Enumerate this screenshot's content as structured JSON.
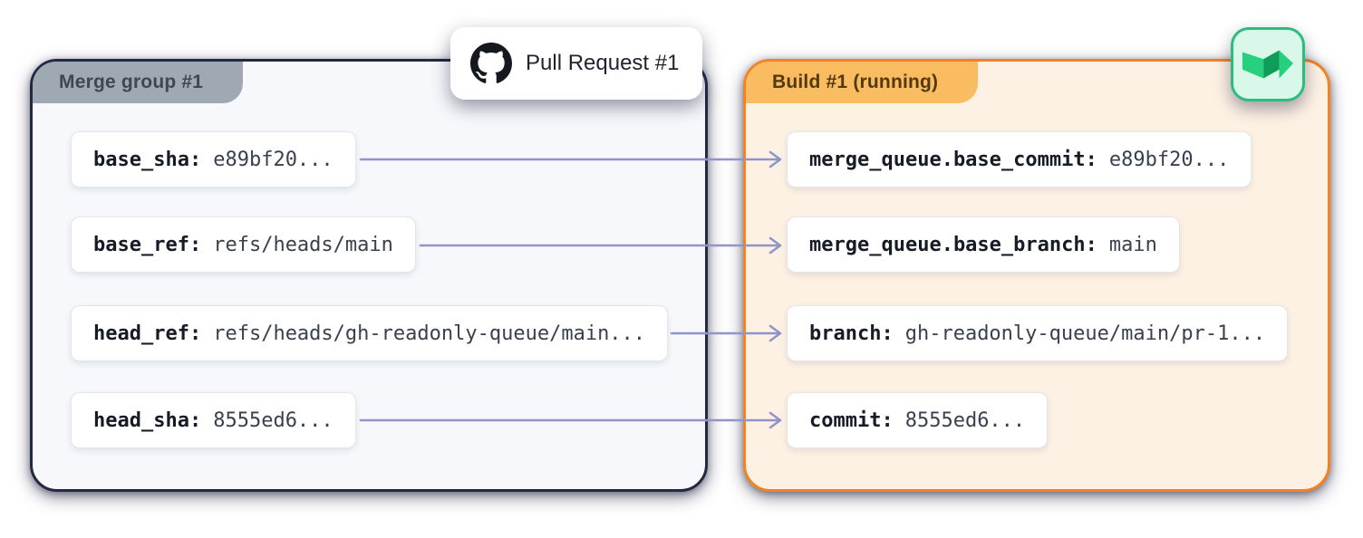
{
  "colors": {
    "page_background": "#ffffff",
    "left_panel_fill": "#f6f8fb",
    "left_panel_border": "#222940",
    "left_tab_fill": "#9ea9b4",
    "left_tab_text": "#3e4752",
    "right_panel_fill": "#fdf1e4",
    "right_panel_border": "#f6821f",
    "right_tab_fill": "#f9bc60",
    "right_tab_text": "#54380e",
    "row_fill": "#ffffff",
    "row_border": "#e3e6ec",
    "arrow": "#9094c8",
    "logo_card_fill": "#d9f8ea",
    "logo_card_border": "#29bd80",
    "logo_green": "#26d07e",
    "logo_dark_green": "#0e9e58",
    "github_mark": "#15181f"
  },
  "left_panel": {
    "title": "Merge group #1",
    "rows": [
      {
        "label": "base_sha:",
        "value": "e89bf20..."
      },
      {
        "label": "base_ref:",
        "value": "refs/heads/main"
      },
      {
        "label": "head_ref:",
        "value": "refs/heads/gh-readonly-queue/main..."
      },
      {
        "label": "head_sha:",
        "value": "8555ed6..."
      }
    ]
  },
  "right_panel": {
    "title": "Build #1 (running)",
    "rows": [
      {
        "label": "merge_queue.base_commit:",
        "value": "e89bf20..."
      },
      {
        "label": "merge_queue.base_branch:",
        "value": "main"
      },
      {
        "label": "branch:",
        "value": "gh-readonly-queue/main/pr-1..."
      },
      {
        "label": "commit:",
        "value": "8555ed6..."
      }
    ]
  },
  "pr_badge": {
    "label": "Pull Request #1",
    "icon": "github-icon"
  },
  "build_logo": {
    "icon": "buildkite-icon"
  },
  "connections": [
    {
      "from": "base_sha",
      "to": "merge_queue.base_commit"
    },
    {
      "from": "base_ref",
      "to": "merge_queue.base_branch"
    },
    {
      "from": "head_ref",
      "to": "branch"
    },
    {
      "from": "head_sha",
      "to": "commit"
    }
  ]
}
